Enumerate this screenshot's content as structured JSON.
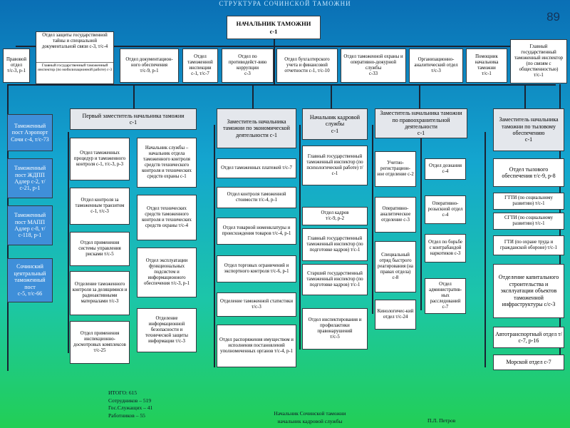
{
  "title": "СТРУКТУРА СОЧИНСКОЙ ТАМОЖНИ",
  "slide_number": "89",
  "head": "НАЧАЛЬНИК ТАМОЖНИ\nс-1",
  "top_row": [
    "Правовой отдел\nт/с-3, р-1",
    "Отдел защиты государственной тайны и специальной документальной связи с-3, т/с-4",
    "Главный государственный таможенный инспектор (по мобилизационной работе) с-3",
    "Отдел документацион-ного обеспечения\nт/с-9, р-1",
    "Отдел таможенной инспекции\nс-1, т/с-7",
    "Отдел по противодейст-вию коррупции\nс-3",
    "Отдел бухгалтерского учета и финансовой отчетности с-1, т/с-10",
    "Отдел таможенной охраны и оперативно-дежурной службы\nс-33",
    "Организационно-аналитический отдел\nт/с-3",
    "Помощник начальника таможни\nт/с-1",
    "Главный государственный таможенный инспектор (по связям с общественностью)\nт/с-1"
  ],
  "left_posts": [
    "Таможенный пост Аэропорт Сочи с-4, т/с-73",
    "Таможенный пост ЖДПП Адлер с-2, т/с-21, р-1",
    "Таможенный пост МАПП Адлер с-8, т/с-118, р-1",
    "Сочинский центральный таможенный пост\nс-5, т/с-66"
  ],
  "first_deputy": {
    "header": "Первый заместитель начальника таможни\nс-1",
    "left_col": [
      "Отдел таможенных процедур и таможенного контроля с-1, т/с-3, р-3",
      "Отдел контроля за таможенным транзитом с-1, т/с-3",
      "Отдел применения системы управления рисками т/с-5",
      "Отделение таможенного контроля за делящимися и радиоактивными материалами т/с-3",
      "Отдел применения инспекционно-досмотровых комплексов т/с-25"
    ],
    "right_col": [
      "Начальник службы – начальник отдела таможенного контроля средств технического контроля и технических средств охраны с-1",
      "Отдел технических средств таможенного контроля и технических средств охраны т/с-4",
      "Отдел эксплуатации функциональных подсистем и информационного обеспечения т/с-3, р-1",
      "Отделение информационной безопасности и технической защиты информации т/с-3"
    ]
  },
  "deputy_economic": {
    "header": "Заместитель начальника таможни по экономической деятельности с-1",
    "items": [
      "Отдел таможенных платежей т/с-7",
      "Отдел контроля таможенной стоимости т/с-4, р-1",
      "Отдел товарной номенклатуры и происхождения товаров т/с-4, р-1",
      "Отдел торговых ограничений и экспортного контроля т/с-6, р-1",
      "Отделение таможенной статистики т/с-3",
      "Отдел распоряжения имуществом и исполнения постановлений уполномоченных органов т/с-4, р-1"
    ]
  },
  "personnel": {
    "header": "Начальник кадровой службы\nс-1",
    "items": [
      "Главный государственный таможенный инспектор (по психологической работе) т/с-1",
      "Отдел кадров\nт/с-9, р-2",
      "Главный государственный таможенный инспектор (по подготовке кадров) т/с-1",
      "Старший государственный таможенный инспектор (по подготовке кадров) т/с-1",
      "Отдел инспектирования и профилактики правонарушений\nт/с-5"
    ]
  },
  "deputy_law": {
    "header": "Заместитель начальника таможни по правоохранительной деятельности\nс-1",
    "left_col": [
      "Учетно-регистрацион-ное отделение с-2",
      "Оперативно-аналитическое отделение с-3",
      "Специальный отряд быстрого реагирования (на правах отдела) с-8",
      "Кинологичес-кий отдел т/с-24"
    ],
    "right_col": [
      "Отдел дознания с-4",
      "Оперативно-розыскной отдел с-4",
      "Отдел по борьбе с контрабандой наркотиков с-3",
      "Отдел административ-ных расследований с-7"
    ]
  },
  "deputy_rear": {
    "header": "Заместитель начальника таможни по тыловому обеспечению\nс-1",
    "items": [
      "Отдел тылового обеспечения т/с-9, р-8",
      "ГТТИ (по социальному развитию) т/с-1",
      "СГТИ (по социальному развитию) т/с-1",
      "ГТИ (по охране труда и гражданской обороне) т/с-1",
      "Отделение капитального строительства и эксплуатации объектов таможенной инфраструктуры с/с-3",
      "Автотранспортный отдел т/с-7, р-16",
      "Морской отдел с-7"
    ]
  },
  "bottom_left": "ИТОГО: 615\nСотрудников – 519\nГос.Служащих – 41\nРаботников – 55",
  "bottom_center": "Начальник Сочинской таможни\nначальник кадровой службы",
  "bottom_right": "П.Л. Петров"
}
